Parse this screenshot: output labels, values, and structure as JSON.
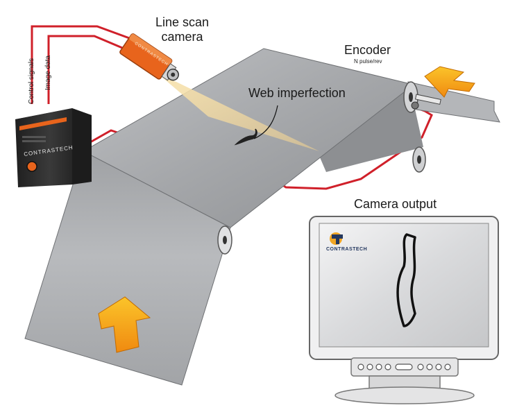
{
  "labels": {
    "line_scan_camera": [
      "Line scan",
      "camera"
    ],
    "encoder": "Encoder",
    "encoder_sub": "N pulse/rev",
    "web_imperfection": "Web imperfection",
    "camera_output": "Camera output",
    "control_signals": "Control signals",
    "image_data": "Image data"
  },
  "brand": {
    "pc_case": "CONTRASTECH",
    "camera": "CONTRASTECH",
    "screen_logo": "CONTRASTECH"
  },
  "colors": {
    "web_gray": "#a9abae",
    "cable_red": "#d0202a",
    "camera_orange": "#e8641c",
    "arrow_orange": "#f6a616",
    "pc_black": "#2b2b2b",
    "light_beam": "#f3d79a"
  }
}
